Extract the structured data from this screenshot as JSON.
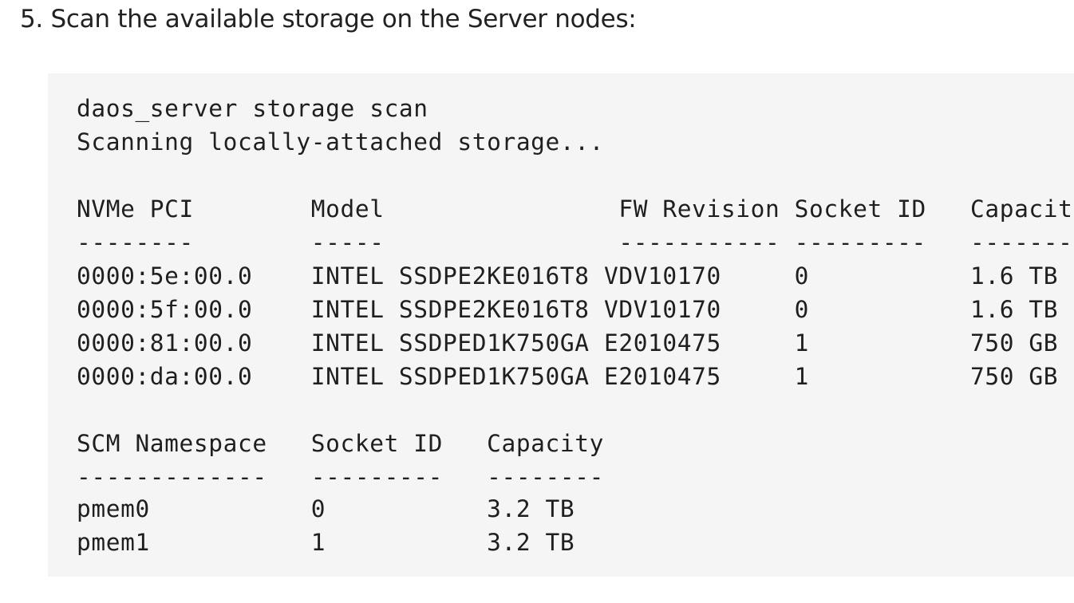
{
  "step": {
    "heading": "5. Scan the available storage on the Server nodes:"
  },
  "code": {
    "lines": [
      "daos_server storage scan",
      "Scanning locally-attached storage...",
      "",
      "NVMe PCI        Model                FW Revision Socket ID   Capacity",
      "--------        -----                ----------- ---------   --------",
      "0000:5e:00.0    INTEL SSDPE2KE016T8 VDV10170     0           1.6 TB",
      "0000:5f:00.0    INTEL SSDPE2KE016T8 VDV10170     0           1.6 TB",
      "0000:81:00.0    INTEL SSDPED1K750GA E2010475     1           750 GB",
      "0000:da:00.0    INTEL SSDPED1K750GA E2010475     1           750 GB",
      "",
      "SCM Namespace   Socket ID   Capacity",
      "-------------   ---------   --------",
      "pmem0           0           3.2 TB",
      "pmem1           1           3.2 TB"
    ]
  }
}
